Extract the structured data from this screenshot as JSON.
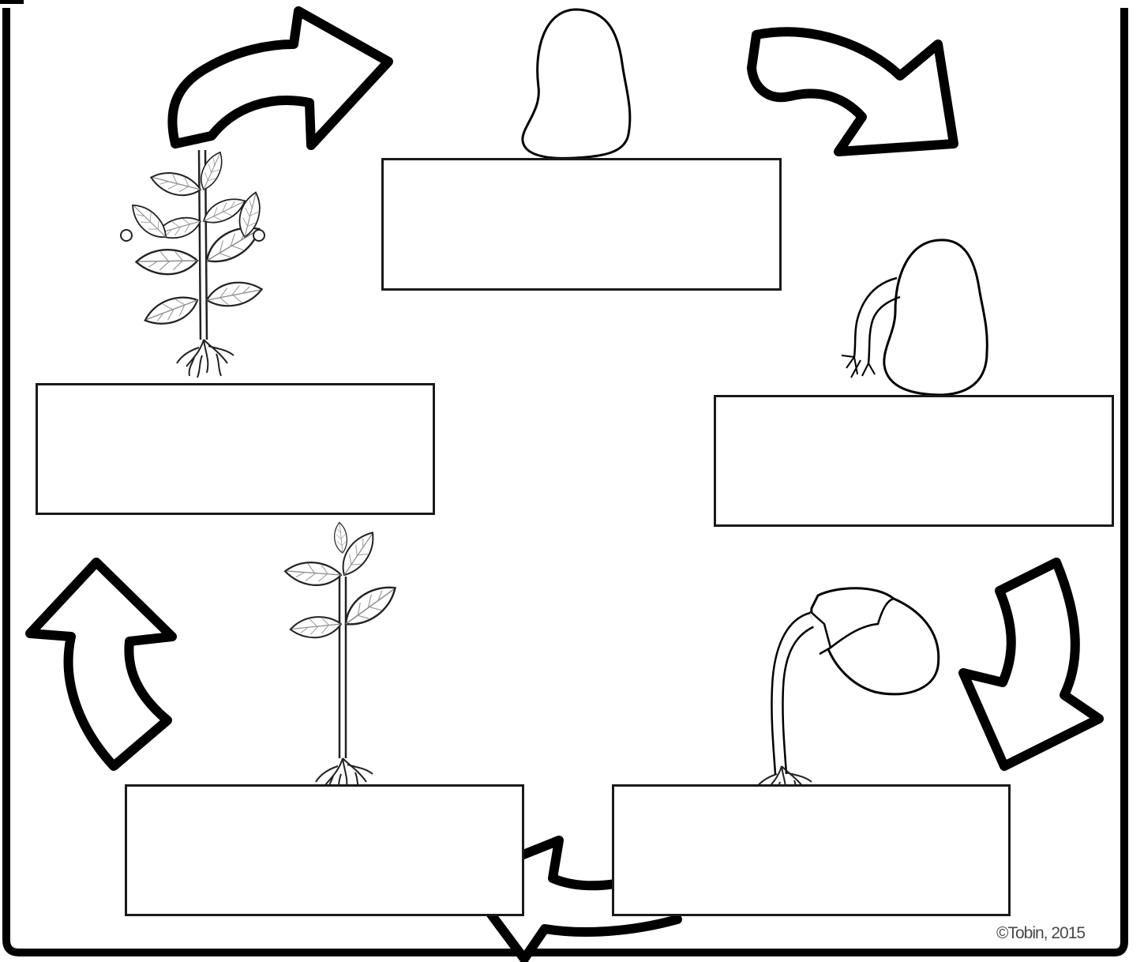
{
  "diagram": {
    "stages": [
      {
        "id": "seed",
        "label_text": ""
      },
      {
        "id": "germinating-seed",
        "label_text": ""
      },
      {
        "id": "sprout",
        "label_text": ""
      },
      {
        "id": "seedling",
        "label_text": ""
      },
      {
        "id": "adult-plant",
        "label_text": ""
      }
    ],
    "copyright": "©Tobin, 2015",
    "colors": {
      "ink": "#000000",
      "line": "#1a1a1a",
      "leaf_vein": "#888888",
      "background": "#ffffff"
    }
  }
}
